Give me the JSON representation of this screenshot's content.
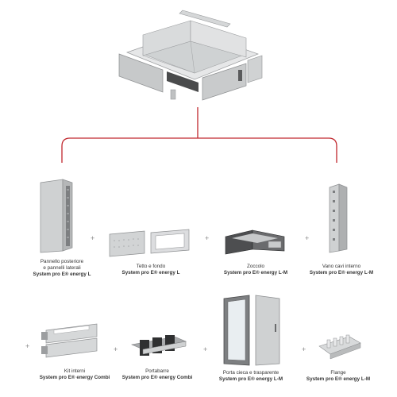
{
  "colors": {
    "connector": "#c0272d",
    "panel": "#c9cbcc",
    "panel_light": "#e4e5e6",
    "dark": "#3a3a3a",
    "plus": "#888888"
  },
  "plus_sign": "+",
  "row1": [
    {
      "id": "pannello",
      "lines": [
        "Pannello posteriore",
        "e pannelli laterali"
      ],
      "product": "System pro E® energy L"
    },
    {
      "id": "tetto",
      "lines": [
        "Tetto e fondo"
      ],
      "product": "System pro E® energy L"
    },
    {
      "id": "zoccolo",
      "lines": [
        "Zoccolo"
      ],
      "product": "System pro E® energy L-M"
    },
    {
      "id": "vano",
      "lines": [
        "Vano cavi interno"
      ],
      "product": "System pro E® energy L-M"
    }
  ],
  "row2": [
    {
      "id": "kit",
      "lines": [
        "Kit interni"
      ],
      "product": "System pro E® energy Combi"
    },
    {
      "id": "portabarre",
      "lines": [
        "Portabarre"
      ],
      "product": "System pro E® energy Combi"
    },
    {
      "id": "porta",
      "lines": [
        "Porta cieca e trasparente"
      ],
      "product": "System pro E® energy L-M"
    },
    {
      "id": "flange",
      "lines": [
        "Flange"
      ],
      "product": "System pro E® energy L-M"
    }
  ]
}
